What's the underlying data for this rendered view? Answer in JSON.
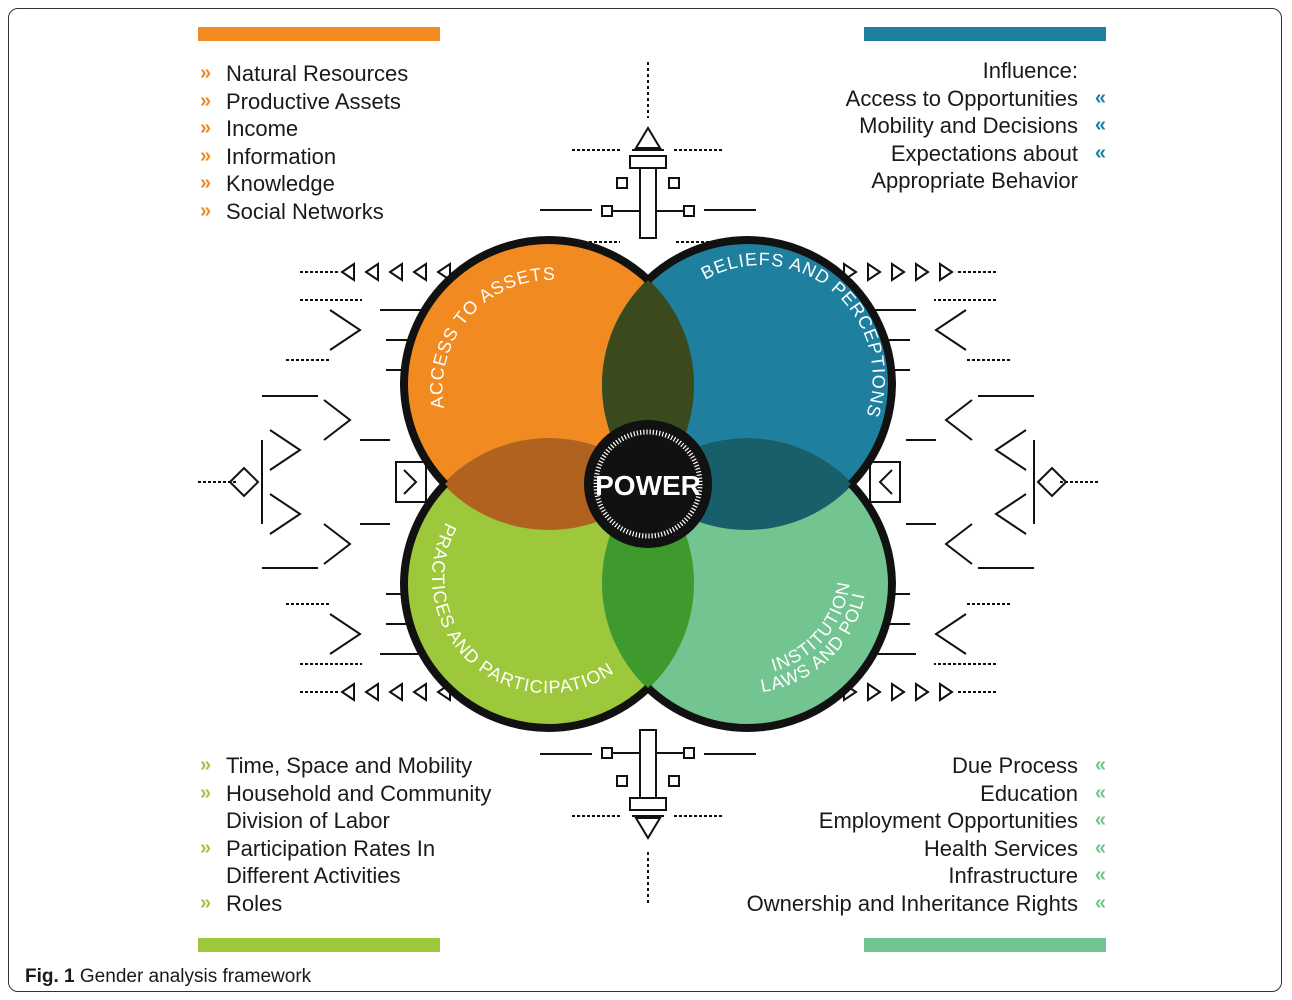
{
  "colors": {
    "orange": "#f28a22",
    "blue": "#1e7f9e",
    "lime": "#9ec83b",
    "teal": "#72c490",
    "ink": "#111111"
  },
  "lists": {
    "assets": {
      "items": [
        "Natural Resources",
        "Productive Assets",
        "Income",
        "Information",
        "Knowledge",
        "Social Networks"
      ]
    },
    "beliefs": {
      "items": [
        {
          "text": "Influence:",
          "chevron": false
        },
        {
          "text": "Access to Opportunities",
          "chevron": true
        },
        {
          "text": "Mobility and Decisions",
          "chevron": true
        },
        {
          "text": "Expectations about",
          "chevron": true
        },
        {
          "text": "Appropriate Behavior",
          "chevron": false
        }
      ]
    },
    "practices": {
      "items": [
        "Time, Space and Mobility",
        "Household and Community\nDivision of Labor",
        "Participation Rates In\nDifferent Activities",
        "Roles"
      ]
    },
    "institutions": {
      "items": [
        "Due Process",
        "Education",
        "Employment Opportunities",
        "Health Services",
        "Infrastructure",
        "Ownership and Inheritance Rights"
      ]
    }
  },
  "circles": {
    "access": "ACCESS TO ASSETS",
    "beliefs": "BELIEFS AND PERCEPTIONS",
    "practices": "PRACTICES AND PARTICIPATION",
    "institutions_line1": "INSTITUTIONS,",
    "institutions_line2": "LAWS AND POLICIES"
  },
  "center_label": "POWER",
  "caption": {
    "label": "Fig. 1",
    "text": "Gender analysis framework"
  }
}
